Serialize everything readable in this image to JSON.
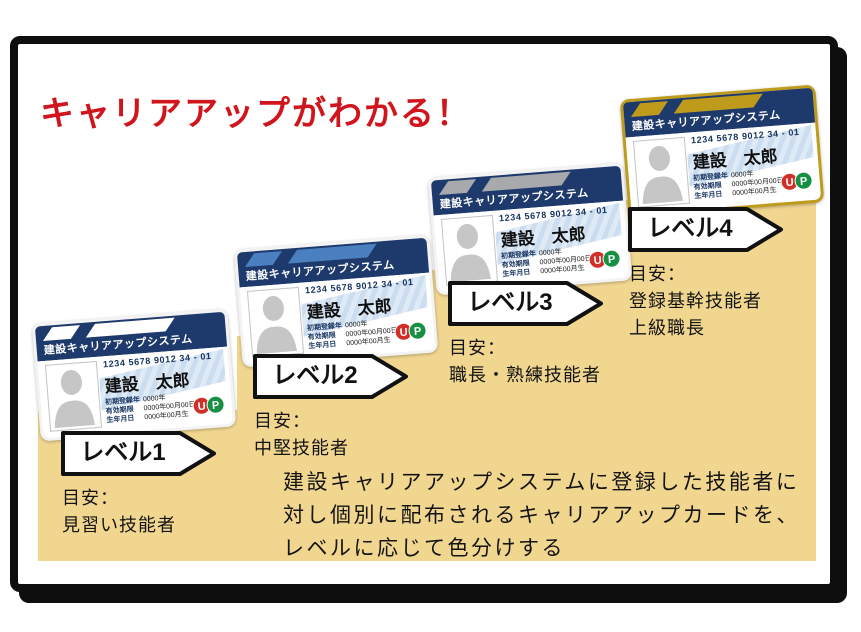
{
  "title": "キャリアアップがわかる！",
  "title_color": "#d0151c",
  "stairs_color": "#f1d690",
  "card": {
    "system_name": "建設キャリアアップシステム",
    "band_color": "#1e3a6c",
    "card_number": "1234 5678 9012 34 - 01",
    "holder_name": "建設　太郎",
    "fields": [
      {
        "label": "初期登録年",
        "value": "0000年"
      },
      {
        "label": "有効期限",
        "value": "0000年00月00日"
      },
      {
        "label": "生年月日",
        "value": "0000年00月生"
      }
    ],
    "logo": {
      "u": "U",
      "p": "P",
      "u_color": "#d03028",
      "p_green": "#169144"
    }
  },
  "levels": [
    {
      "label": "レベル1",
      "guide": "目安：",
      "description": "見習い技能者",
      "stripe_color": "#ffffff",
      "edge_color": "#f3f3f3"
    },
    {
      "label": "レベル2",
      "guide": "目安：",
      "description": "中堅技能者",
      "stripe_color": "#4a7fc0",
      "edge_color": "#f3f3f3"
    },
    {
      "label": "レベル3",
      "guide": "目安：",
      "description": "職長・熟練技能者",
      "stripe_color": "#a7a9ac",
      "edge_color": "#f3f3f3"
    },
    {
      "label": "レベル4",
      "guide": "目安：",
      "description": "登録基幹技能者\n上級職長",
      "stripe_color": "#bf9b1c",
      "edge_color": "#bf9b1c"
    }
  ],
  "note": "建設キャリアアップシステムに登録した技能者に\n対し個別に配布されるキャリアアップカードを、\nレベルに応じて色分けする"
}
